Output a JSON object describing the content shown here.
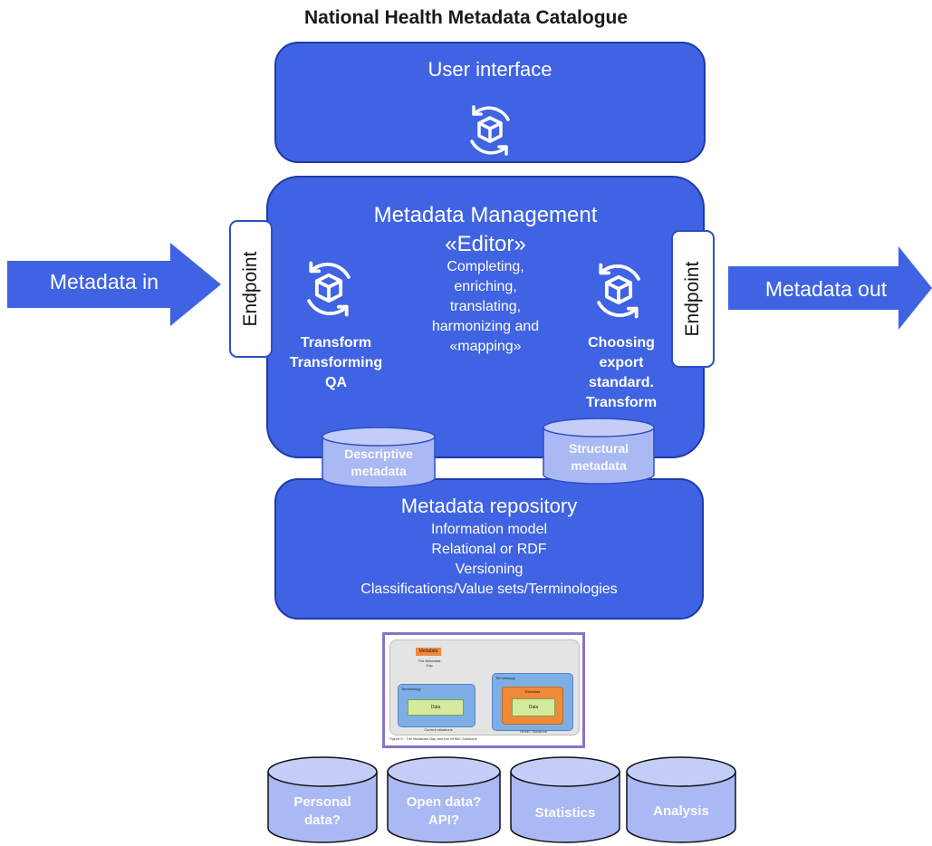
{
  "title": "National Health Metadata Catalogue",
  "user_interface": {
    "label": "User interface",
    "icon": "cycle-box-icon"
  },
  "management": {
    "title": "Metadata Management",
    "subtitle": "«Editor»",
    "center_lines": [
      "Completing,",
      "enriching,",
      "translating,",
      "harmonizing and",
      "«mapping»"
    ],
    "left_lines": [
      "Transform",
      "Transforming",
      "QA"
    ],
    "right_lines": [
      "Choosing",
      "export",
      "standard.",
      "Transform"
    ]
  },
  "endpoint_left": "Endpoint",
  "endpoint_right": "Endpoint",
  "arrow_in": "Metadata in",
  "arrow_out": "Metadata out",
  "cylinders_top": [
    {
      "lines": [
        "Descriptive",
        "metadata"
      ]
    },
    {
      "lines": [
        "Structural",
        "metadata"
      ]
    }
  ],
  "repository": {
    "title": "Metadata repository",
    "lines": [
      "Information model",
      "Relational or RDF",
      "Versioning",
      "Classifications/Value sets/Terminologies"
    ]
  },
  "thumbnail": {
    "labels": [
      "Metadata",
      "The Metadata Gap",
      "Terminology",
      "Data",
      "Terminology",
      "Metadata",
      "Data",
      "Current situations",
      "NHMC Solutions"
    ],
    "caption": "Figure 5 - The Metadata Gap and the NHMC Solutions"
  },
  "cylinders_bottom": [
    {
      "lines": [
        "Personal",
        "data?"
      ]
    },
    {
      "lines": [
        "Open data?",
        "API?"
      ]
    },
    {
      "lines": [
        "Statistics"
      ]
    },
    {
      "lines": [
        "Analysis"
      ]
    }
  ],
  "colors": {
    "box": "#3f63e3",
    "box_border": "#1e3aa8",
    "cylinder": "#aab8f4",
    "thumb_frame": "#8a73c8"
  }
}
